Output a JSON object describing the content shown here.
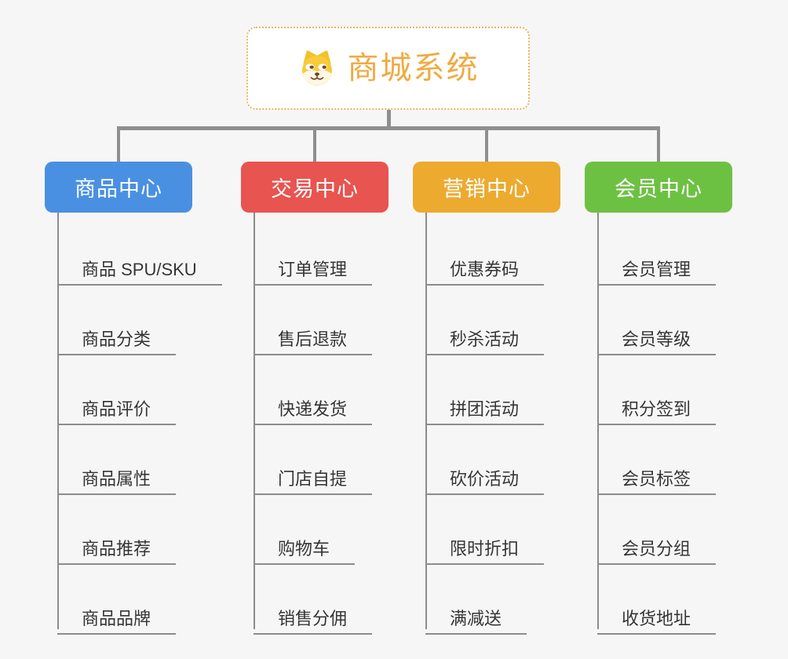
{
  "root": {
    "title": "商城系统",
    "icon": "dog-face-icon",
    "title_color": "#efab44",
    "border_color": "#eeb35c"
  },
  "connector_color": "#8f8f8f",
  "branches": [
    {
      "label": "商品中心",
      "color": "#4a90e2",
      "items": [
        "商品 SPU/SKU",
        "商品分类",
        "商品评价",
        "商品属性",
        "商品推荐",
        "商品品牌"
      ]
    },
    {
      "label": "交易中心",
      "color": "#e8544f",
      "items": [
        "订单管理",
        "售后退款",
        "快递发货",
        "门店自提",
        "购物车",
        "销售分佣"
      ]
    },
    {
      "label": "营销中心",
      "color": "#ecaa2f",
      "items": [
        "优惠券码",
        "秒杀活动",
        "拼团活动",
        "砍价活动",
        "限时折扣",
        "满减送"
      ]
    },
    {
      "label": "会员中心",
      "color": "#6dc142",
      "items": [
        "会员管理",
        "会员等级",
        "积分签到",
        "会员标签",
        "会员分组",
        "收货地址"
      ]
    }
  ]
}
